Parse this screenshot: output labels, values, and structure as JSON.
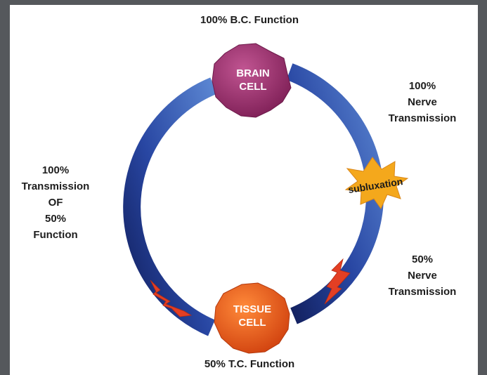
{
  "labels": {
    "top": "100% B.C. Function",
    "bottom": "50% T.C. Function",
    "right_top": [
      "100%",
      "Nerve",
      "Transmission"
    ],
    "right_bottom": [
      "50%",
      "Nerve",
      "Transmission"
    ],
    "left": [
      "100%",
      "Transmission",
      "OF",
      "50%",
      "Function"
    ]
  },
  "nodes": {
    "brain_cell": [
      "BRAIN",
      "CELL"
    ],
    "tissue_cell": [
      "TISSUE",
      "CELL"
    ]
  },
  "burst_label": "subluxation",
  "colors": {
    "background": "#55585c",
    "ring_dark": "#12205e",
    "ring_light": "#4d78c8",
    "brain_cell": "#9c2f6e",
    "tissue_cell": "#e8561e",
    "burst": "#f4a81c",
    "lightning": "#e33f24"
  }
}
